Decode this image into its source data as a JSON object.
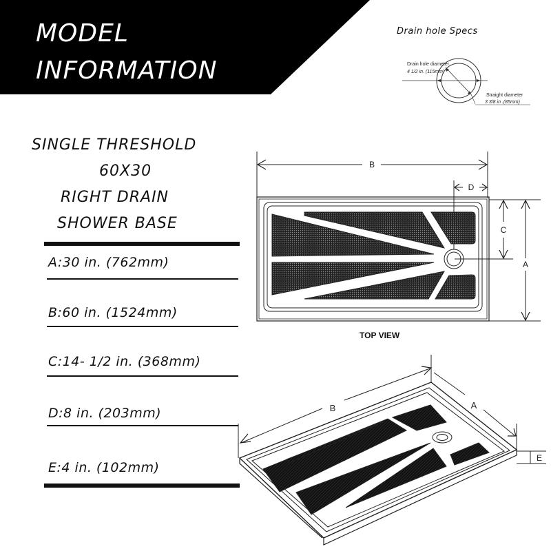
{
  "header": {
    "line1": "MODEL",
    "line2": "INFORMATION",
    "background_color": "#000000",
    "text_color": "#ffffff"
  },
  "drain_specs": {
    "title": "Drain hole Specs",
    "hole_diameter_label": "Drain hole diameter",
    "hole_diameter_value": "4 1/2 in. (115mm)",
    "straight_diameter_label": "Straight diameter",
    "straight_diameter_value": "3 3/8 in .(85mm)"
  },
  "model": {
    "line1": "SINGLE THRESHOLD",
    "line2": "60X30",
    "line3": "RIGHT DRAIN",
    "line4": "SHOWER BASE"
  },
  "specs": [
    {
      "key": "A",
      "text": "A:30 in. (762mm)"
    },
    {
      "key": "B",
      "text": "B:60 in. (1524mm)"
    },
    {
      "key": "C",
      "text": "C:14- 1/2 in. (368mm)"
    },
    {
      "key": "D",
      "text": "D:8 in. (203mm)"
    },
    {
      "key": "E",
      "text": "E:4 in. (102mm)"
    }
  ],
  "top_view": {
    "caption": "TOP VIEW",
    "labels": {
      "b": "B",
      "d": "D",
      "c": "C",
      "a": "A"
    }
  },
  "iso_view": {
    "labels": {
      "b": "B",
      "a": "A",
      "e": "E"
    }
  }
}
